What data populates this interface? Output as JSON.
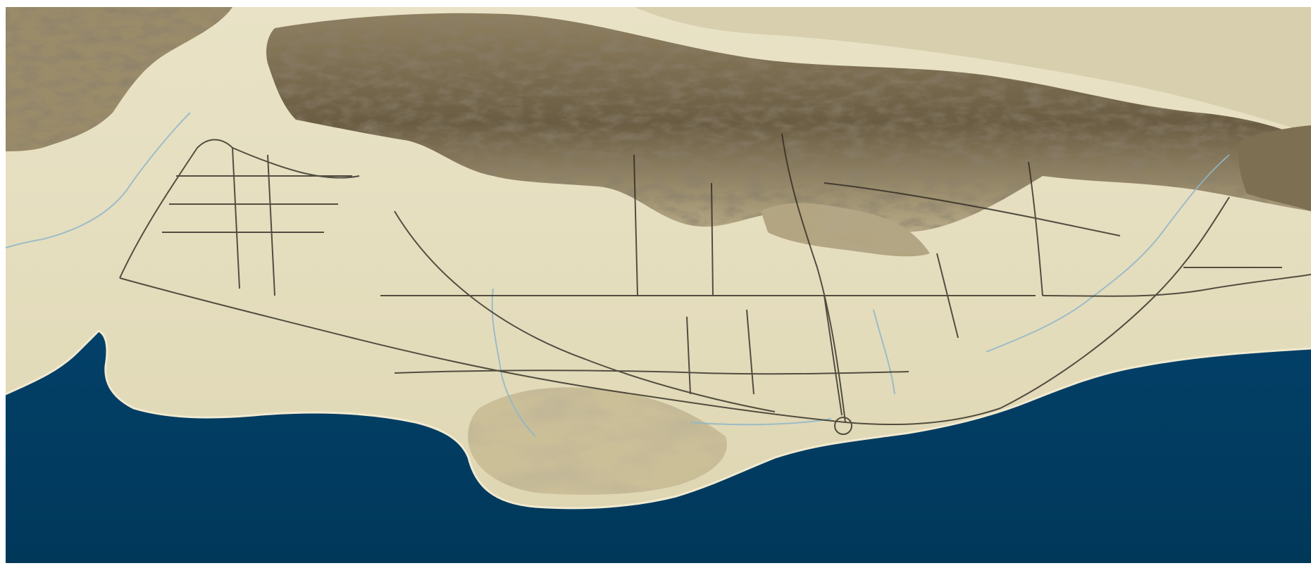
{
  "map": {
    "style": "shaded-relief-oblique",
    "has_text_labels": false,
    "colors": {
      "ocean": "#003a5e",
      "lowland": "#e3dcbb",
      "lowland_shadow": "#cfc6a0",
      "mountain_light": "#c9bc98",
      "mountain_mid": "#8f8060",
      "mountain_dark": "#4f4330",
      "roads": "#2f2a22",
      "rivers": "#8fb6c9",
      "frame": "#ffffff"
    },
    "features": [
      "ocean",
      "coastline",
      "coastal-plain",
      "mountain-range",
      "hills",
      "road-network",
      "rivers"
    ]
  }
}
